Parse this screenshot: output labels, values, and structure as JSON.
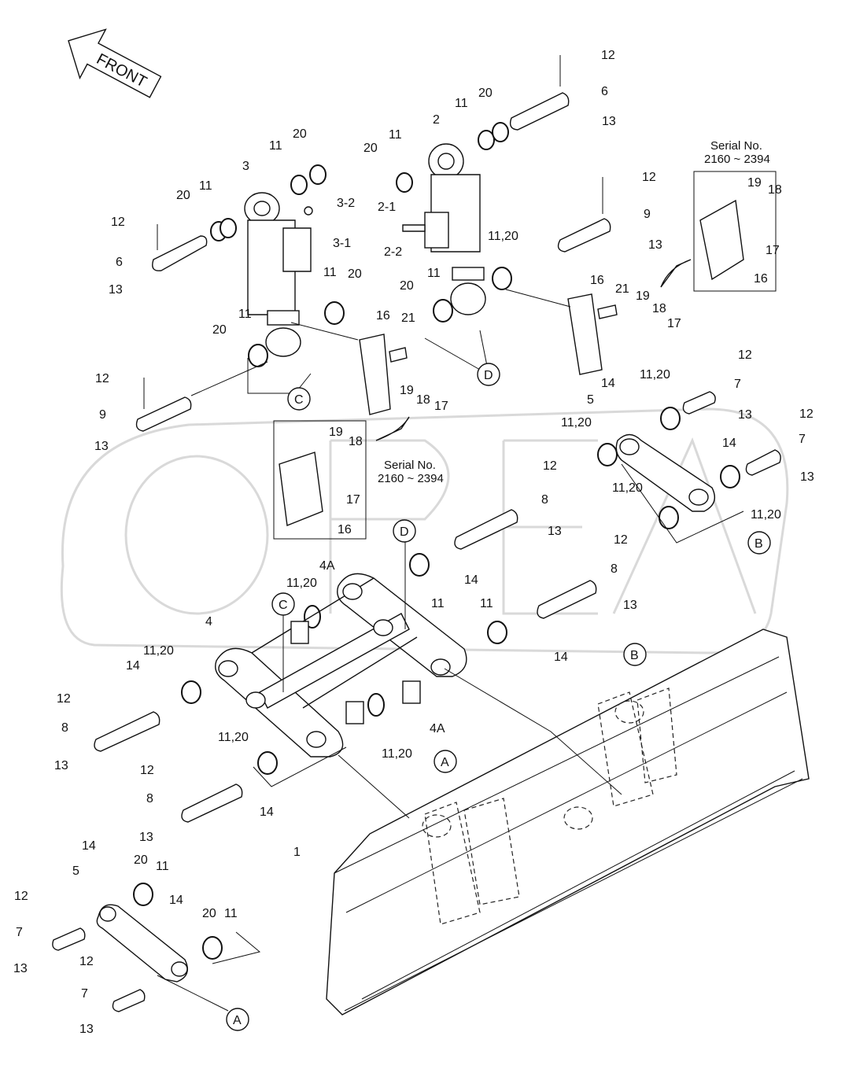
{
  "front_label": "FRONT",
  "callouts": {
    "n1": "1",
    "n2": "2",
    "n2_1": "2-1",
    "n2_2": "2-2",
    "n3": "3",
    "n3_1": "3-1",
    "n3_2": "3-2",
    "n4": "4",
    "n4a": "4A",
    "n5": "5",
    "n6": "6",
    "n7": "7",
    "n8": "8",
    "n9": "9",
    "n11": "11",
    "n11_20": "11,20",
    "n12": "12",
    "n13": "13",
    "n14": "14",
    "n16": "16",
    "n17": "17",
    "n18": "18",
    "n19": "19",
    "n20": "20",
    "n21": "21",
    "A": "A",
    "B": "B",
    "C": "C",
    "D": "D"
  },
  "serial_boxes": [
    {
      "line1": "Serial No.",
      "line2": "2160 ~ 2394"
    },
    {
      "line1": "Serial No.",
      "line2": "2160 ~ 2394"
    }
  ],
  "colors": {
    "line": "#111111",
    "watermark": "#d9d9d9",
    "background": "#ffffff"
  }
}
